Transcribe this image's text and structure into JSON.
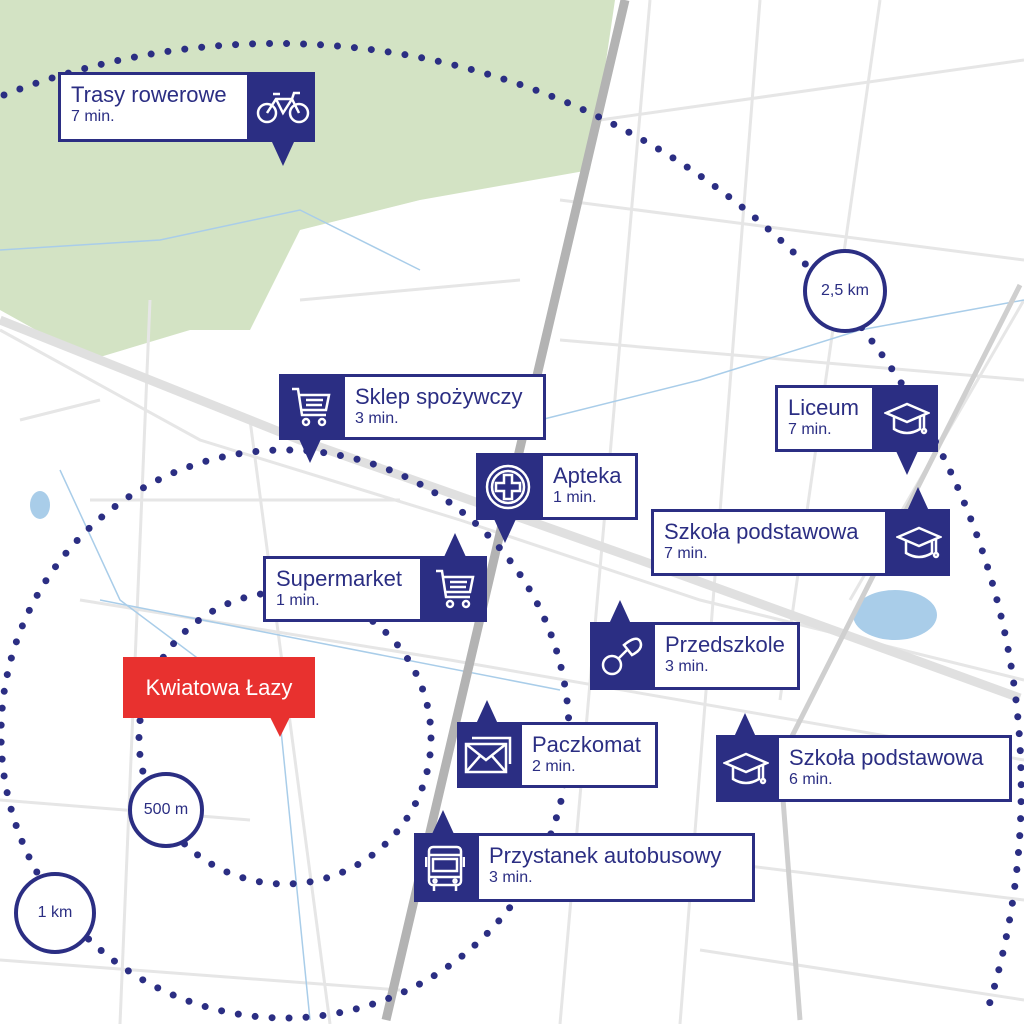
{
  "colors": {
    "brand": "#2b2e83",
    "home": "#e8312f",
    "park": "#d3e3c4",
    "road": "#b3b3b3",
    "water": "#a9cde9"
  },
  "home": {
    "label": "Kwiatowa Łazy"
  },
  "distances": [
    {
      "label": "500 m"
    },
    {
      "label": "1 km"
    },
    {
      "label": "2,5 km"
    }
  ],
  "pois": [
    {
      "name": "Trasy rowerowe",
      "time": "7 min.",
      "icon": "bicycle-icon"
    },
    {
      "name": "Sklep spożywczy",
      "time": "3 min.",
      "icon": "shopping-cart-icon"
    },
    {
      "name": "Apteka",
      "time": "1 min.",
      "icon": "pharmacy-cross-icon"
    },
    {
      "name": "Supermarket",
      "time": "1 min.",
      "icon": "shopping-cart-icon"
    },
    {
      "name": "Liceum",
      "time": "7 min.",
      "icon": "graduation-cap-icon"
    },
    {
      "name": "Szkoła podstawowa",
      "time": "7 min.",
      "icon": "graduation-cap-icon"
    },
    {
      "name": "Przedszkole",
      "time": "3 min.",
      "icon": "pacifier-icon"
    },
    {
      "name": "Paczkomat",
      "time": "2 min.",
      "icon": "envelope-icon"
    },
    {
      "name": "Szkoła podstawowa",
      "time": "6 min.",
      "icon": "graduation-cap-icon"
    },
    {
      "name": "Przystanek autobusowy",
      "time": "3 min.",
      "icon": "bus-icon"
    }
  ]
}
